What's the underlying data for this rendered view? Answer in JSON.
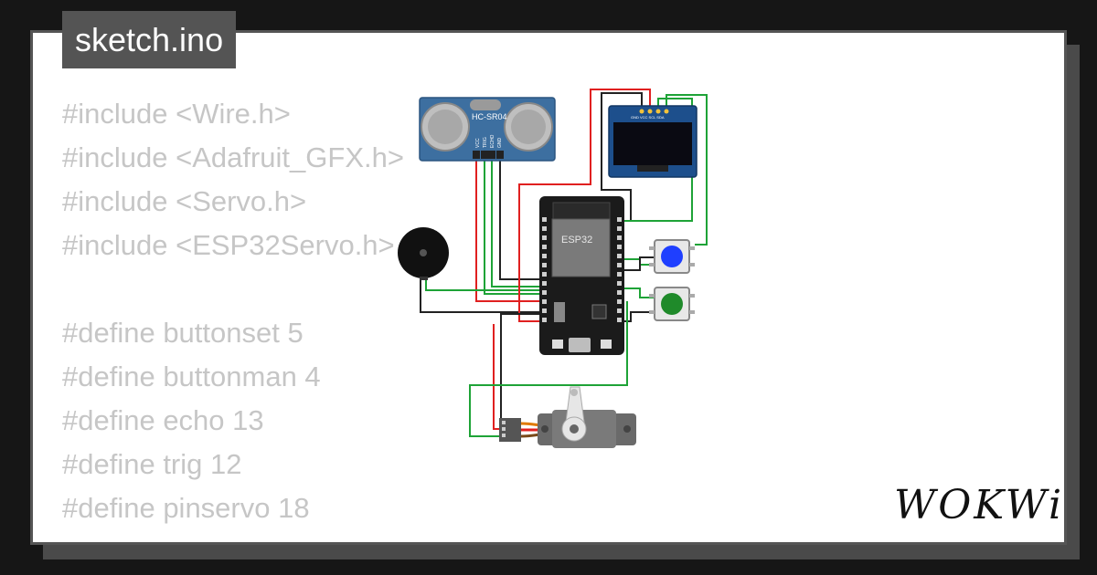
{
  "tab": {
    "filename": "sketch.ino"
  },
  "code": {
    "lines": [
      "#include <Wire.h>",
      "#include <Adafruit_GFX.h>",
      "#include <Servo.h>",
      "#include <ESP32Servo.h>",
      "",
      "#define buttonset 5",
      "#define buttonman 4",
      "#define echo 13",
      "#define trig 12",
      "#define pinservo 18"
    ]
  },
  "components": {
    "ultrasonic": {
      "label": "HC-SR04",
      "pins": [
        "VCC",
        "TRIG",
        "ECHO",
        "GND"
      ]
    },
    "oled": {
      "pins": "GND VCC SCL SDA"
    },
    "esp32": {
      "label": "ESP32"
    },
    "button_blue": {
      "color": "#1f3fff"
    },
    "button_green": {
      "color": "#1f8a2a"
    }
  },
  "brand": {
    "logo_text": "WOKWi"
  },
  "colors": {
    "wire_red": "#e02020",
    "wire_green": "#1ea337",
    "wire_black": "#222222",
    "code_text": "#c6c6c6"
  }
}
